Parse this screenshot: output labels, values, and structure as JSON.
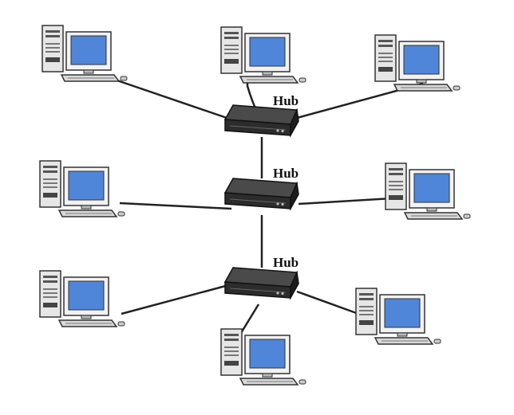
{
  "diagram": {
    "hub_label": "Hub",
    "hubs": [
      {
        "id": "hub-top",
        "label": "Hub"
      },
      {
        "id": "hub-middle",
        "label": "Hub"
      },
      {
        "id": "hub-bottom",
        "label": "Hub"
      }
    ],
    "computers": [
      {
        "id": "pc-top-left",
        "hub": "hub-top"
      },
      {
        "id": "pc-top-center",
        "hub": "hub-top"
      },
      {
        "id": "pc-top-right",
        "hub": "hub-top"
      },
      {
        "id": "pc-middle-left",
        "hub": "hub-middle"
      },
      {
        "id": "pc-middle-right",
        "hub": "hub-middle"
      },
      {
        "id": "pc-bottom-left",
        "hub": "hub-bottom"
      },
      {
        "id": "pc-bottom-center",
        "hub": "hub-bottom"
      },
      {
        "id": "pc-bottom-right",
        "hub": "hub-bottom"
      }
    ],
    "hub_links": [
      [
        "hub-top",
        "hub-middle"
      ],
      [
        "hub-middle",
        "hub-bottom"
      ]
    ],
    "colors": {
      "screen": "#4f86d9",
      "hub_body": "#3a3a3a",
      "cable": "#222222",
      "case": "#e6e6e6"
    },
    "icons": [
      "desktop-computer-icon",
      "network-hub-icon"
    ]
  }
}
